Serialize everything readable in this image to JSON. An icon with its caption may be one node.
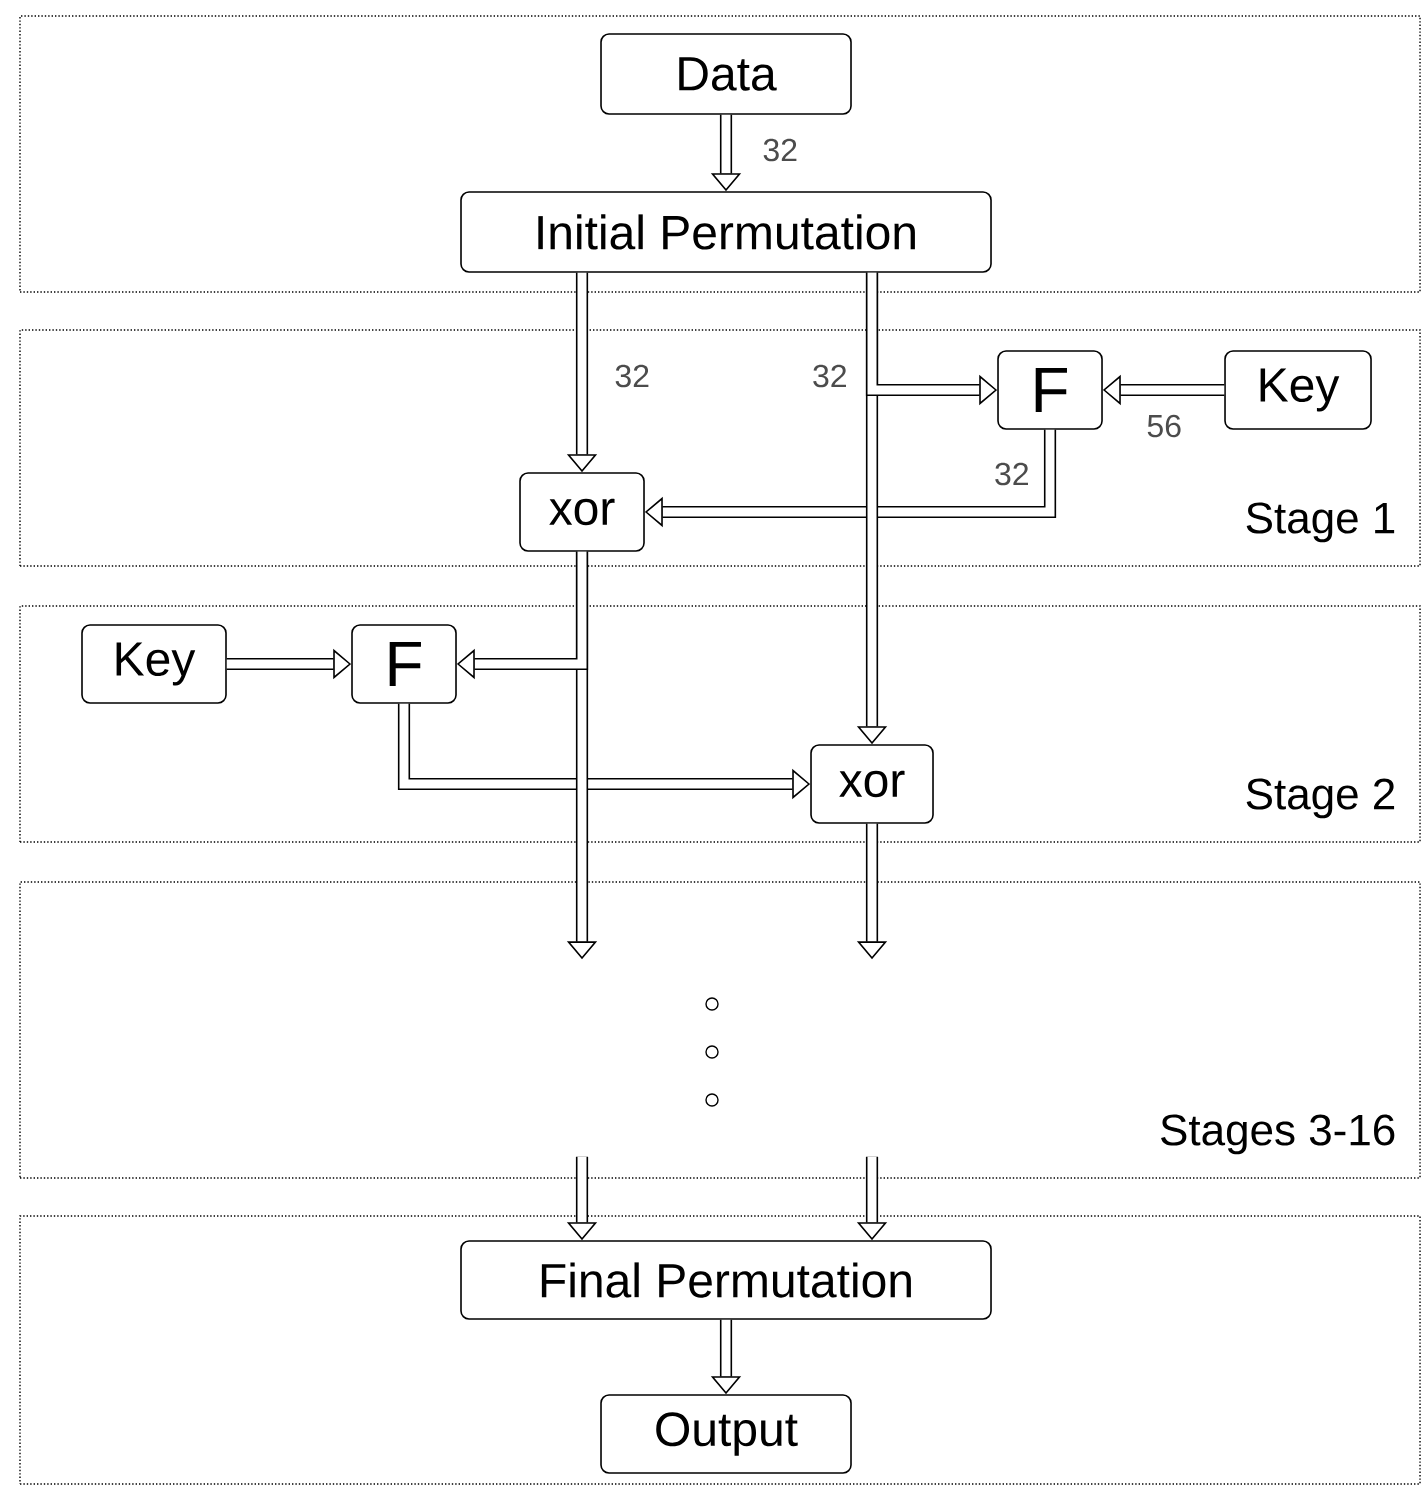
{
  "diagram": {
    "nodes": [
      {
        "text": [],
        "shape": "box"
      },
      {
        "text": [
          "Data"
        ],
        "in": 0
      },
      {
        "text": [
          "Initial Permutation"
        ],
        "in": 0
      },
      {
        "text": [
          "Stage 1"
        ]
      },
      {
        "text": [
          "F"
        ],
        "in": 3
      },
      {
        "text": [
          "Key"
        ],
        "in": 3
      },
      {
        "text": [
          "xor"
        ],
        "in": 3
      },
      {
        "text": [
          "Stage 2"
        ]
      },
      {
        "text": [
          "Key"
        ],
        "in": 7
      },
      {
        "text": [
          "F"
        ],
        "in": 7
      },
      {
        "text": [
          "xor"
        ],
        "in": 7
      },
      {
        "text": [
          "Stages 3-16"
        ]
      },
      {
        "text": [],
        "shape": "box"
      },
      {
        "text": [
          "Final Permutation"
        ],
        "in": 12
      },
      {
        "text": [
          "Output"
        ],
        "in": 12
      }
    ],
    "edges": [
      {
        "from": 1,
        "to": 2,
        "arrow": "to",
        "label": "32"
      },
      {
        "from": 2,
        "to": 6,
        "arrow": "to",
        "label": "32"
      },
      {
        "from": 2,
        "to": 4,
        "arrow": "to"
      },
      {
        "from": 2,
        "to": 10,
        "arrow": "to",
        "label": "32"
      },
      {
        "from": 5,
        "to": 4,
        "arrow": "to",
        "label": "56"
      },
      {
        "from": 4,
        "to": 6,
        "arrow": "to",
        "label": "32"
      },
      {
        "from": 6,
        "to": 9,
        "arrow": "to"
      },
      {
        "from": 6,
        "to": 11,
        "arrow": "to"
      },
      {
        "from": 8,
        "to": 9,
        "arrow": "to"
      },
      {
        "from": 9,
        "to": 10,
        "arrow": "to"
      },
      {
        "from": 10,
        "to": 11,
        "arrow": "to"
      },
      {
        "from": 13,
        "to": 14,
        "arrow": "to"
      },
      {
        "from": 11,
        "to": 13,
        "arrow": "to"
      },
      {
        "from": 11,
        "to": 13,
        "arrow": "to"
      }
    ]
  }
}
